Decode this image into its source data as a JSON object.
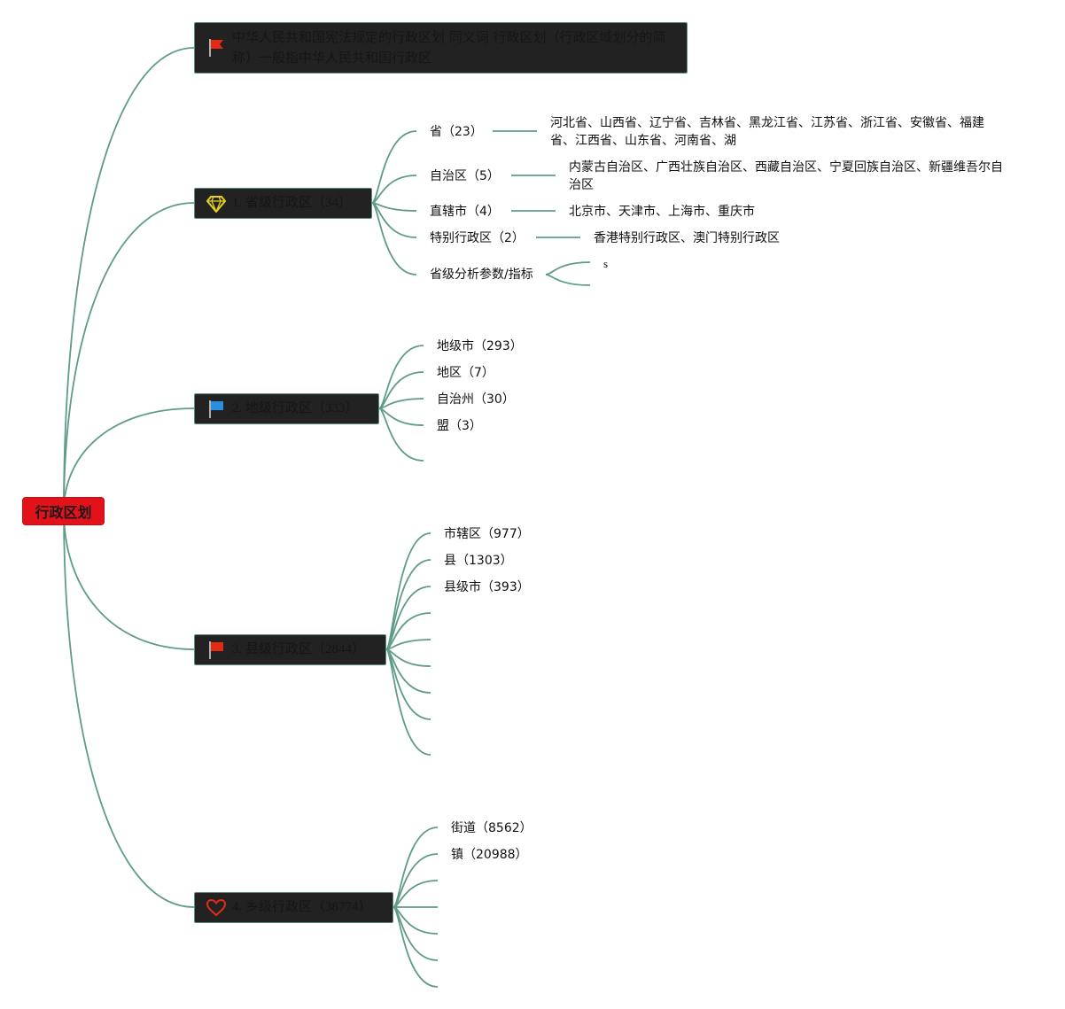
{
  "root": {
    "label": "行政区划"
  },
  "note": {
    "text": "中华人民共和国宪法规定的行政区划 同义词 行政区划（行政区域划分的简称）一般指中华人民共和国行政区",
    "icon": "flag-red-icon"
  },
  "topics": [
    {
      "label": "1. 省级行政区（34）",
      "icon": "diamond-icon",
      "icon_color": "#e8d21a"
    },
    {
      "label": "2. 地级行政区（333）",
      "icon": "flag-blue-icon",
      "icon_color": "#2a8fe0"
    },
    {
      "label": "3. 县级行政区（2844）",
      "icon": "flag-red-icon",
      "icon_color": "#e32a12"
    },
    {
      "label": "4. 乡级行政区（38774）",
      "icon": "heart-icon",
      "icon_color": "#e32a12"
    }
  ],
  "provincial": [
    {
      "label": "省（23）",
      "detail": "河北省、山西省、辽宁省、吉林省、黑龙江省、江苏省、浙江省、安徽省、福建省、江西省、山东省、河南省、湖"
    },
    {
      "label": "自治区（5）",
      "detail": "内蒙古自治区、广西壮族自治区、西藏自治区、宁夏回族自治区、新疆维吾尔自治区"
    },
    {
      "label": "直辖市（4）",
      "detail": "北京市、天津市、上海市、重庆市"
    },
    {
      "label": "特别行政区（2）",
      "detail": "香港特别行政区、澳门特别行政区"
    },
    {
      "label": "省级分析参数/指标",
      "sub": "s"
    }
  ],
  "prefecture": [
    "地级市（293）",
    "地区（7）",
    "自治州（30）",
    "盟（3）"
  ],
  "county": [
    "市辖区（977）",
    "县（1303）",
    "县级市（393）"
  ],
  "township": [
    "街道（8562）",
    "镇（20988）"
  ],
  "colors": {
    "edge": "#5e9c88",
    "root": "#e3121a",
    "topic_bg": "#222222"
  }
}
